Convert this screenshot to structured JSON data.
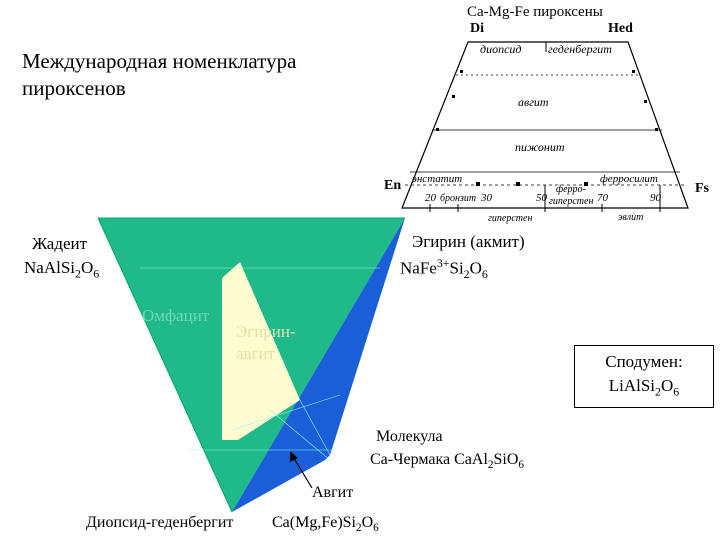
{
  "title": {
    "line1": "Международная номенклатура",
    "line2": "пироксенов"
  },
  "quad": {
    "header": "Ca-Mg-Fe пироксены",
    "corner_di": "Di",
    "corner_hed": "Hed",
    "corner_en": "En",
    "corner_fs": "Fs",
    "field_diopside": "диопсид",
    "field_hedenbergite": "геденбергит",
    "field_augite": "авгит",
    "field_pigeonite": "пижонит",
    "field_enstatite": "энстатит",
    "field_ferrosilite": "ферросилит",
    "field_bronzite": "бронзит",
    "field_ferrohypersthene_1": "ферро-",
    "field_ferrohypersthene_2": "гиперстен",
    "field_hypersthene": "гиперстен",
    "field_eulite": "эвлит",
    "tick_20": "20",
    "tick_30": "30",
    "tick_50": "50",
    "tick_70": "70",
    "tick_90": "90"
  },
  "triangle": {
    "jadeite_name": "Жадеит",
    "jadeite_formula": "NaAlSi",
    "jadeite_sub1": "2",
    "jadeite_formula2": "O",
    "jadeite_sub2": "6",
    "aegirine_name": "Эгирин (акмит)",
    "aegirine_formula": "NaFe",
    "aegirine_sup": "3+",
    "aegirine_formula2": "Si",
    "aegirine_sub1": "2",
    "aegirine_formula3": "O",
    "aegirine_sub2": "6",
    "omphacite": "Омфацит",
    "aegirine_augite_1": "Эгирин-",
    "aegirine_augite_2": "авгит",
    "spodumene_name": "Сподумен:",
    "spodumene_formula": "LiAlSi",
    "spodumene_sub1": "2",
    "spodumene_formula2": "O",
    "spodumene_sub2": "6",
    "tschermak_1": "Молекула",
    "tschermak_2a": "Ca-Чермака  CaAl",
    "tschermak_sub1": "2",
    "tschermak_2b": "SiO",
    "tschermak_sub2": "6",
    "augite_label": "Авгит",
    "diopside_hed": "Диопсид-геденбергит",
    "cpx_formula_a": "Ca(Mg,Fe)Si",
    "cpx_sub1": "2",
    "cpx_formula_b": "O",
    "cpx_sub2": "6"
  },
  "colors": {
    "triangle_green": "#1fb98a",
    "triangle_blue": "#1a5fd8",
    "omphacite_fill": "#fdfdd0"
  }
}
